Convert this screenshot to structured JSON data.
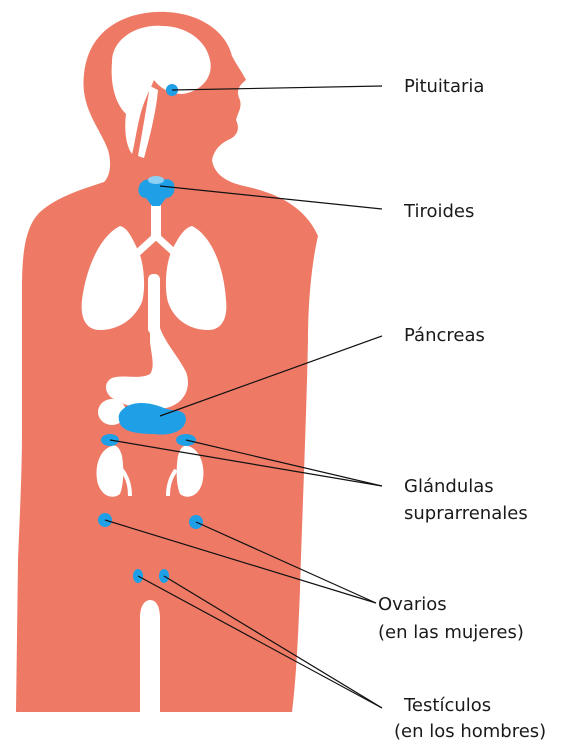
{
  "colors": {
    "body": "#ee7a66",
    "organs": "#ffffff",
    "glands": "#1fa0e6",
    "lines": "#111111",
    "text": "#1a1a1a"
  },
  "labels": {
    "pituitary": "Pituitaria",
    "thyroid": "Tiroides",
    "pancreas": "Páncreas",
    "adrenal_line1": "Glándulas",
    "adrenal_line2": "suprarrenales",
    "ovaries_line1": "Ovarios",
    "ovaries_line2": "(en las mujeres)",
    "testes_line1": "Testículos",
    "testes_line2": "(en los hombres)"
  }
}
